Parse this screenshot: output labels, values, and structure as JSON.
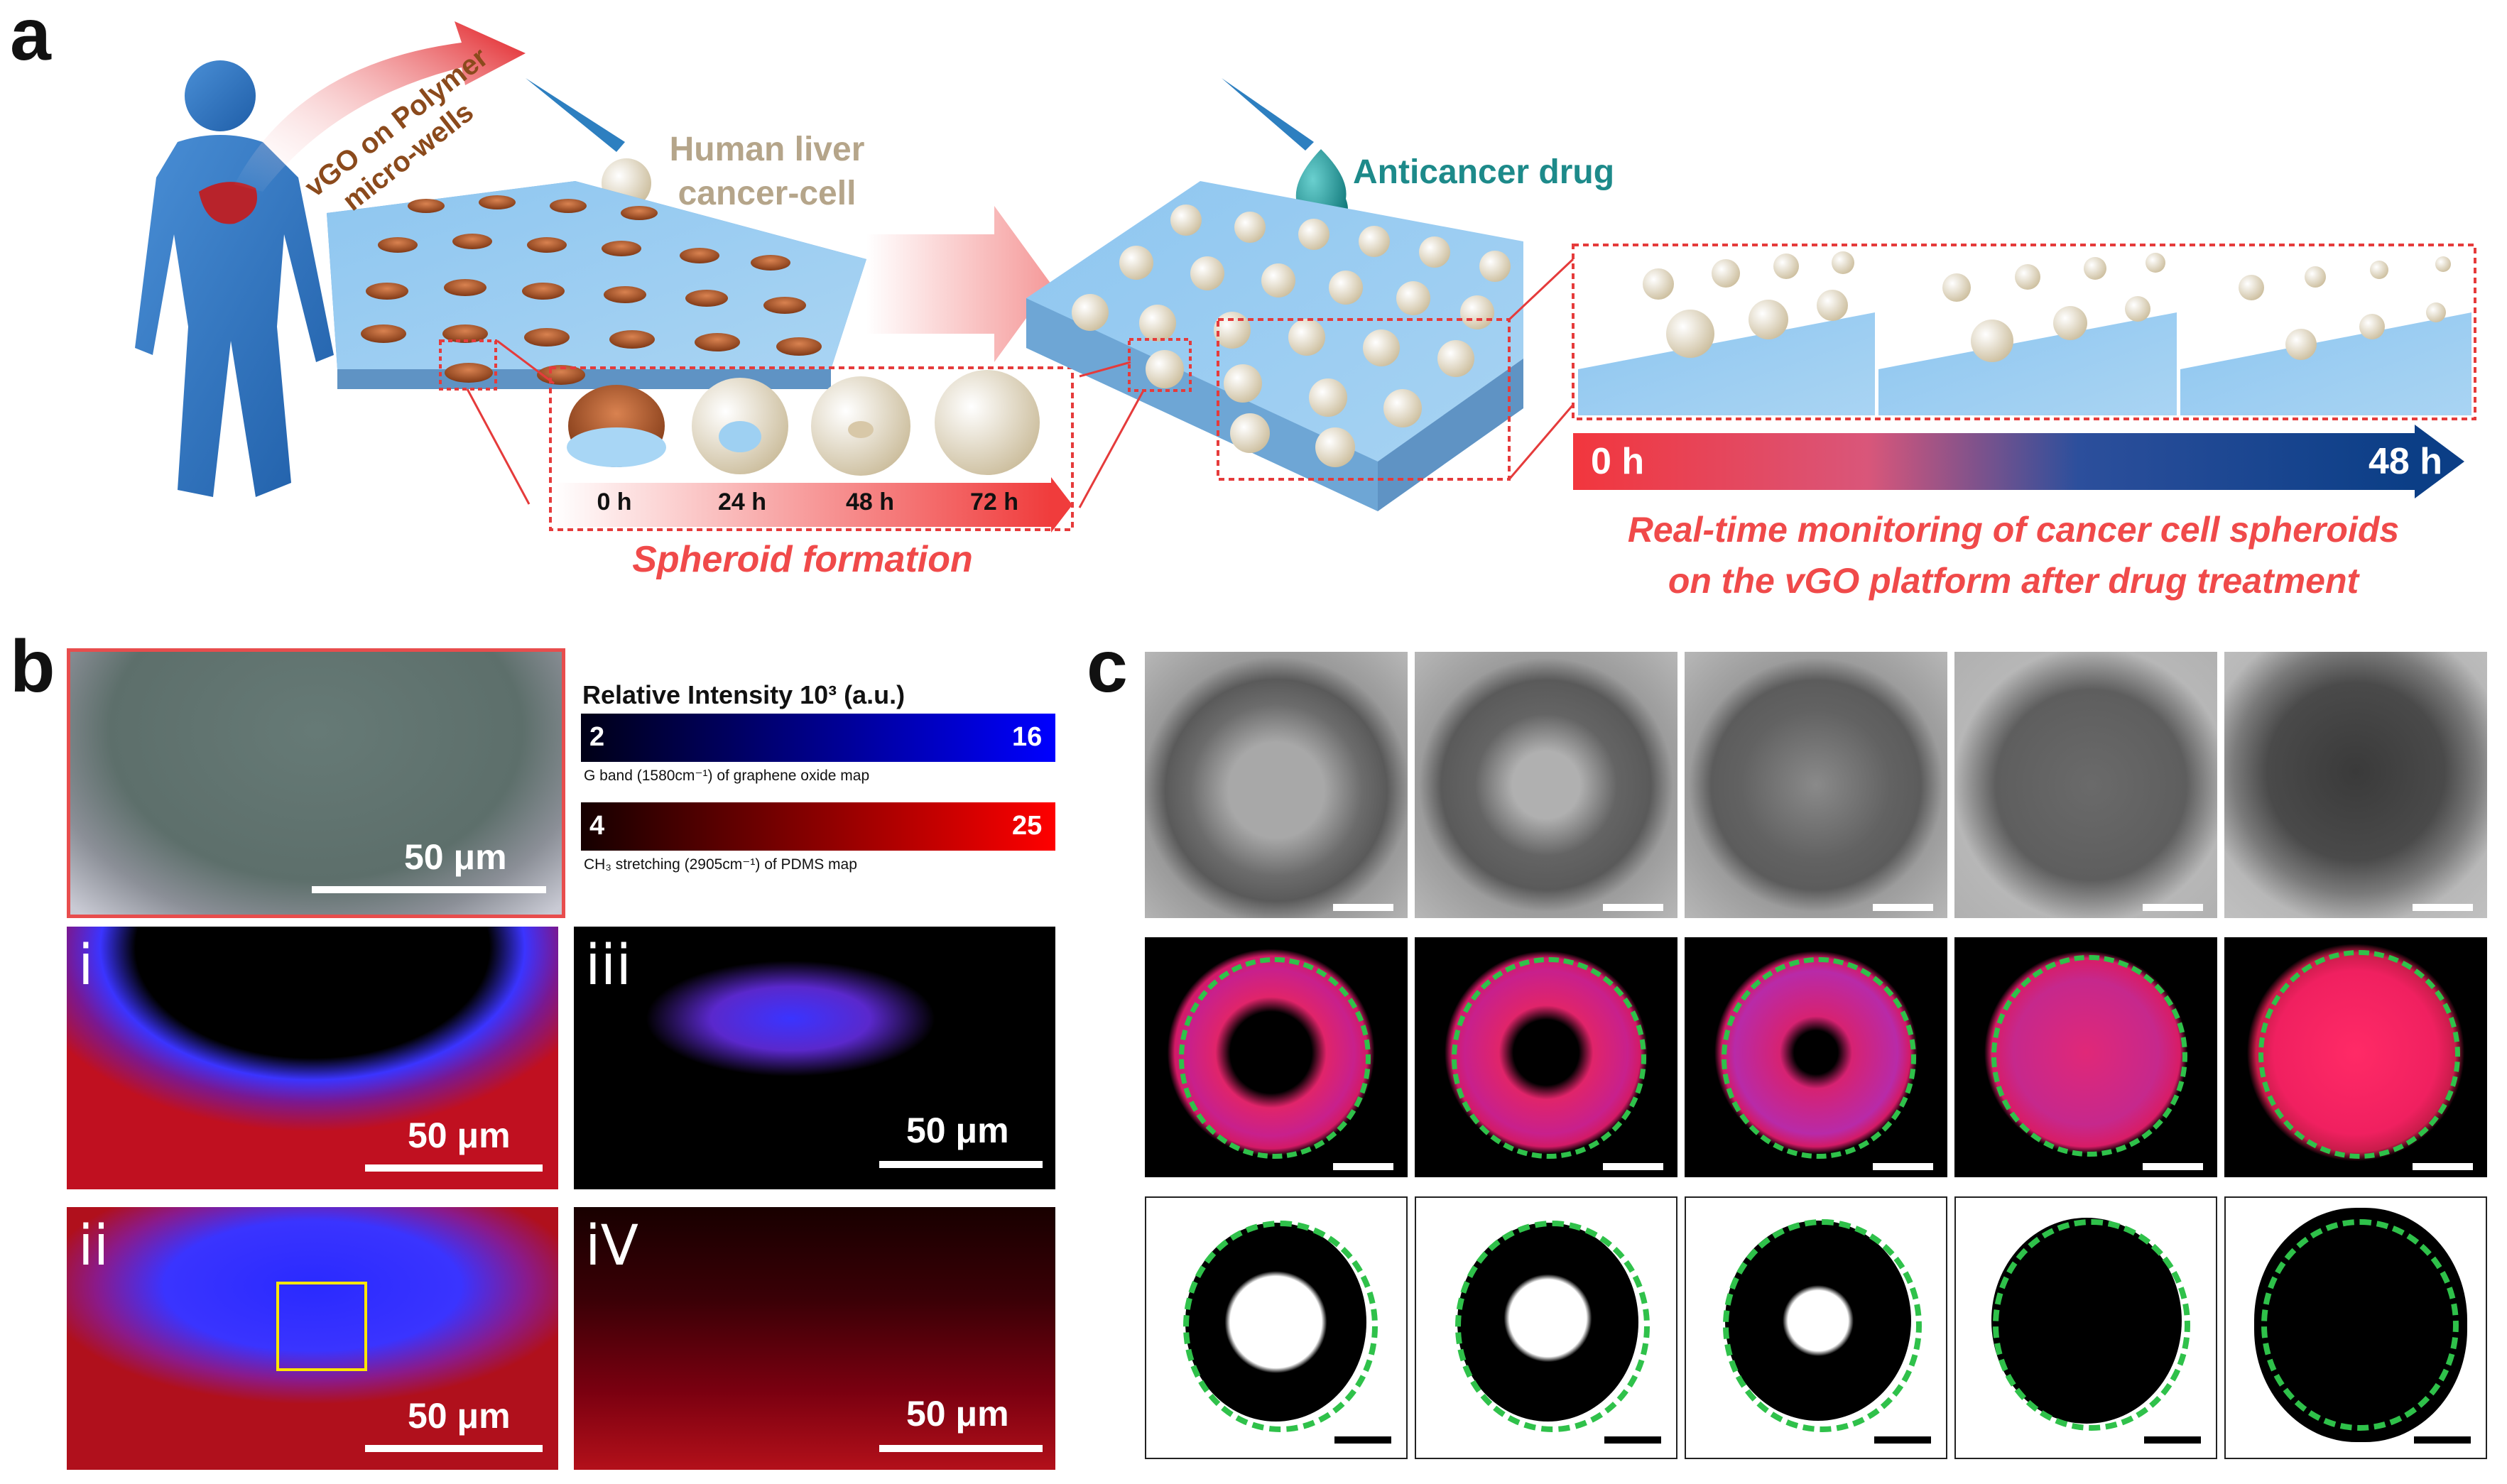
{
  "panel_a": {
    "letter": "a",
    "wells_label_line1": "vGO on Polymer",
    "wells_label_line2": "micro-wells",
    "cell_label_line1": "Human liver",
    "cell_label_line2": "cancer-cell",
    "drug_label": "Anticancer drug",
    "formation_times": [
      "0 h",
      "24 h",
      "48 h",
      "72 h"
    ],
    "formation_caption": "Spheroid formation",
    "timeline_start": "0 h",
    "timeline_end": "48 h",
    "monitoring_caption_line1": "Real-time monitoring of cancer cell spheroids",
    "monitoring_caption_line2": "on the vGO platform after drug treatment"
  },
  "panel_b": {
    "letter": "b",
    "colorbar_title": "Relative Intensity 10³ (a.u.)",
    "colorbar_blue": {
      "min": "2",
      "max": "16",
      "caption": "G band (1580cm⁻¹) of graphene oxide map"
    },
    "colorbar_red": {
      "min": "4",
      "max": "25",
      "caption": "CH₃ stretching (2905cm⁻¹) of PDMS map"
    },
    "scale_label": "50 μm",
    "sub_labels": [
      "i",
      "ii",
      "iii",
      "iV"
    ]
  },
  "panel_c": {
    "letter": "c"
  },
  "colors": {
    "accent_red": "#f04a4a",
    "teal": "#1d8a8a",
    "beige": "#b5a58a",
    "brown": "#8b4a1c",
    "navy": "#0b3e86"
  }
}
